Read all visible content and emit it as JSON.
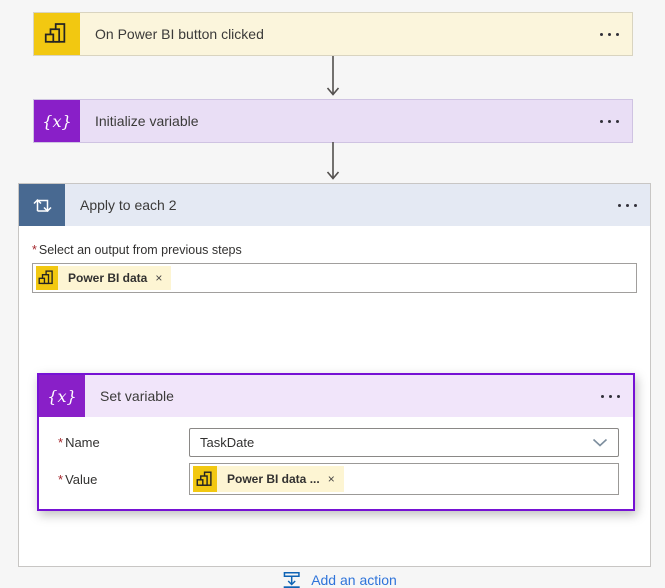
{
  "page": {
    "background": "#f6f6f6"
  },
  "icons": {
    "power_bi": "bar-chart-glyph",
    "variable": "curly-brace-x",
    "loop": "repeat-square-arrows",
    "more": "horizontal-ellipsis",
    "dismiss": "×",
    "chevron": "chevron-down",
    "add_action": "insert-step-arrow"
  },
  "colors": {
    "power_bi_yellow": "#f2c811",
    "trigger_bg": "#fbf5dc",
    "variable_purple": "#891fc8",
    "init_bg": "#e9def5",
    "loop_blue": "#486991",
    "apply_header_bg": "#e4e9f3",
    "selected_border": "#7612d4",
    "add_action_blue": "#2f74da",
    "required_red": "#a4262c"
  },
  "trigger_card": {
    "title": "On Power BI button clicked"
  },
  "initialize_card": {
    "title": "Initialize variable",
    "icon_text": "{x}"
  },
  "apply_card": {
    "title": "Apply to each 2",
    "required_marker": "*",
    "select_label": "Select an output from previous steps",
    "select_token": {
      "text": "Power BI data",
      "dismiss": "×"
    },
    "set_variable": {
      "title": "Set variable",
      "icon_text": "{x}",
      "name_label": "Name",
      "name_value": "TaskDate",
      "value_label": "Value",
      "value_token": {
        "text": "Power BI data ...",
        "dismiss": "×"
      }
    },
    "add_action": {
      "label": "Add an action"
    }
  }
}
